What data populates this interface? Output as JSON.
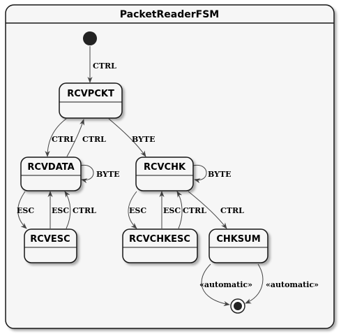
{
  "diagram": {
    "title": "PacketReaderFSM",
    "states": {
      "rcvpckt": "RCVPCKT",
      "rcvdata": "RCVDATA",
      "rcvchk": "RCVCHK",
      "rcvesc": "RCVESC",
      "rcvchkesc": "RCVCHKESC",
      "chksum": "CHKSUM"
    },
    "transitions": {
      "start_to_rcvpckt": "CTRL",
      "rcvpckt_to_rcvdata": "CTRL",
      "rcvdata_to_rcvpckt": "CTRL",
      "rcvpckt_to_rcvchk": "BYTE",
      "rcvdata_self": "BYTE",
      "rcvchk_self": "BYTE",
      "rcvdata_to_rcvesc": "ESC",
      "rcvesc_to_rcvdata_esc": "ESC",
      "rcvesc_to_rcvdata_ctrl": "CTRL",
      "rcvchk_to_rcvchkesc": "ESC",
      "rcvchkesc_to_rcvchk_esc": "ESC",
      "rcvchkesc_to_rcvchk_ctrl": "CTRL",
      "rcvchk_to_chksum": "CTRL",
      "chksum_to_end_left": "«automatic»",
      "chksum_to_end_right": "«automatic»"
    }
  }
}
